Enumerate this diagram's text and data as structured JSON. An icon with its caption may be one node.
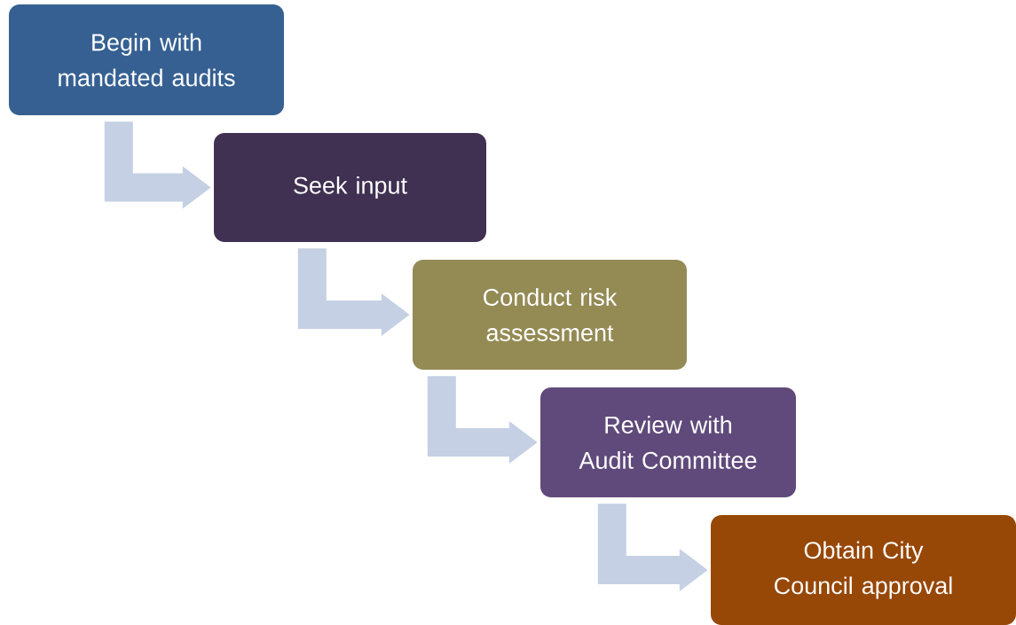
{
  "diagram": {
    "nodes": [
      {
        "text": [
          "Begin with mandated audits"
        ]
      },
      {
        "text": [
          "Seek input"
        ]
      },
      {
        "text": [
          "Conduct risk assessment"
        ]
      },
      {
        "text": [
          "Review with Audit Committee"
        ]
      },
      {
        "text": [
          "Obtain City Council approval"
        ]
      }
    ],
    "edges": [
      {
        "from": 0,
        "to": 1,
        "arrow": "to"
      },
      {
        "from": 1,
        "to": 2,
        "arrow": "to"
      },
      {
        "from": 2,
        "to": 3,
        "arrow": "to"
      },
      {
        "from": 3,
        "to": 4,
        "arrow": "to"
      }
    ]
  }
}
